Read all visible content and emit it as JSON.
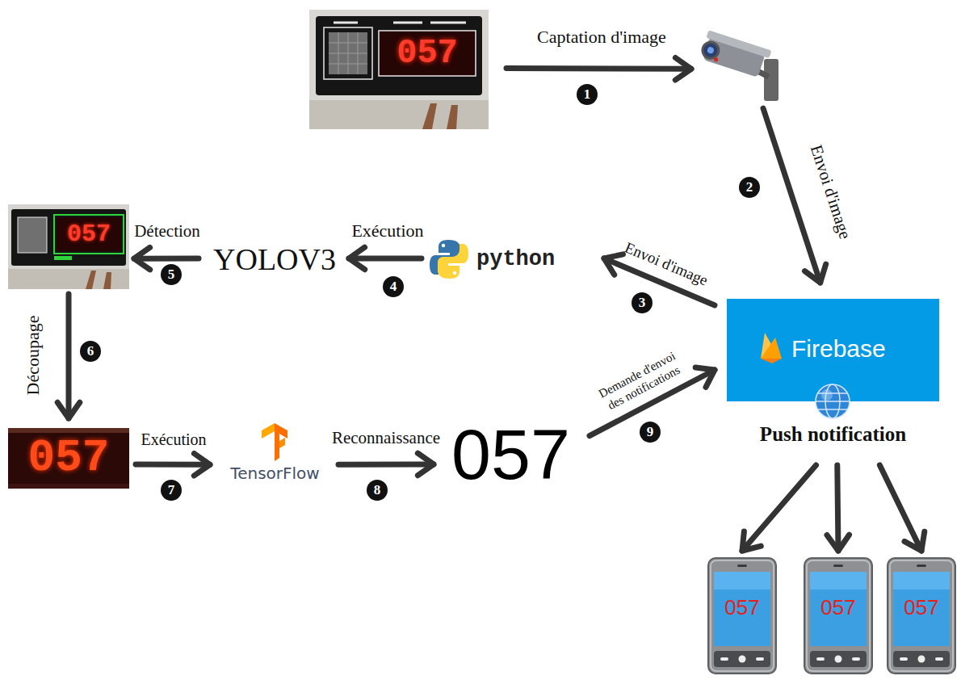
{
  "diagram": {
    "nodes": [
      {
        "text": [
          "057"
        ]
      },
      {
        "text": []
      },
      {
        "text": [
          "057"
        ]
      },
      {
        "text": [
          "YOLOV3"
        ]
      },
      {
        "text": [
          "python"
        ]
      },
      {
        "text": [
          "Firebase",
          "Push notification"
        ]
      },
      {
        "text": [
          "057"
        ]
      },
      {
        "text": [
          "TensorFlow"
        ]
      },
      {
        "text": [
          "057"
        ]
      },
      {
        "text": [
          "057"
        ]
      },
      {
        "text": [
          "057"
        ]
      },
      {
        "text": [
          "057"
        ]
      }
    ],
    "edges": [
      {
        "from": 0,
        "to": 1,
        "arrow": "to",
        "label": "Captation d'image"
      },
      {
        "from": 1,
        "to": 5,
        "arrow": "to",
        "label": "Envoi d'image"
      },
      {
        "from": 5,
        "to": 4,
        "arrow": "to",
        "label": "Envoi d'image"
      },
      {
        "from": 4,
        "to": 3,
        "arrow": "to",
        "label": "Exécution"
      },
      {
        "from": 3,
        "to": 2,
        "arrow": "to",
        "label": "Détection"
      },
      {
        "from": 2,
        "to": 6,
        "arrow": "to",
        "label": "Découpage"
      },
      {
        "from": 6,
        "to": 7,
        "arrow": "to",
        "label": "Exécution"
      },
      {
        "from": 7,
        "to": 8,
        "arrow": "to",
        "label": "Reconnaissance"
      },
      {
        "from": 8,
        "to": 5,
        "arrow": "to",
        "label": "Demande d'envoi des notifications"
      },
      {
        "from": 5,
        "to": 9,
        "arrow": "to"
      },
      {
        "from": 5,
        "to": 10,
        "arrow": "to"
      },
      {
        "from": 5,
        "to": 11,
        "arrow": "to"
      }
    ],
    "labels": [
      "1",
      "2",
      "3",
      "4",
      "5",
      "6",
      "7",
      "8",
      "9"
    ]
  }
}
